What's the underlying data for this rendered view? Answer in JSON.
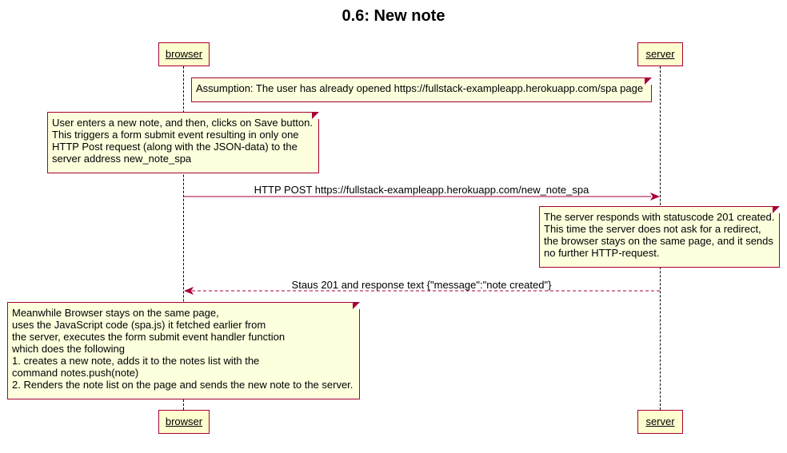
{
  "title": "0.6: New note",
  "participants": {
    "browser": "browser",
    "server": "server"
  },
  "notes": {
    "assumption": "Assumption: The user has already opened https://fullstack-exampleapp.herokuapp.com/spa page",
    "user_action": "User enters a new note, and then, clicks on Save button.\nThis triggers a form submit event resulting in only one\nHTTP Post request (along with the JSON-data) to the\nserver address new_note_spa",
    "server_response": "The server responds with statuscode 201 created.\nThis time the server does not ask for a redirect,\nthe browser stays on the same page, and it sends\nno further HTTP-request.",
    "browser_behavior": "Meanwhile Browser stays on the same page,\nuses the JavaScript code (spa.js) it fetched earlier from\nthe server, executes the form submit event handler function\nwhich does the following\n1. creates a new note, adds it to the notes list with the\ncommand notes.push(note)\n2. Renders the note list on the page and sends the new note to the server."
  },
  "messages": {
    "post": "HTTP POST https://fullstack-exampleapp.herokuapp.com/new_note_spa",
    "response": "Staus 201 and response text {\"message\":\"note created\"}"
  },
  "colors": {
    "participant_fill": "#FEFECE",
    "note_fill": "#FEFFDD",
    "border": "#A80036",
    "arrow": "#A80036"
  }
}
